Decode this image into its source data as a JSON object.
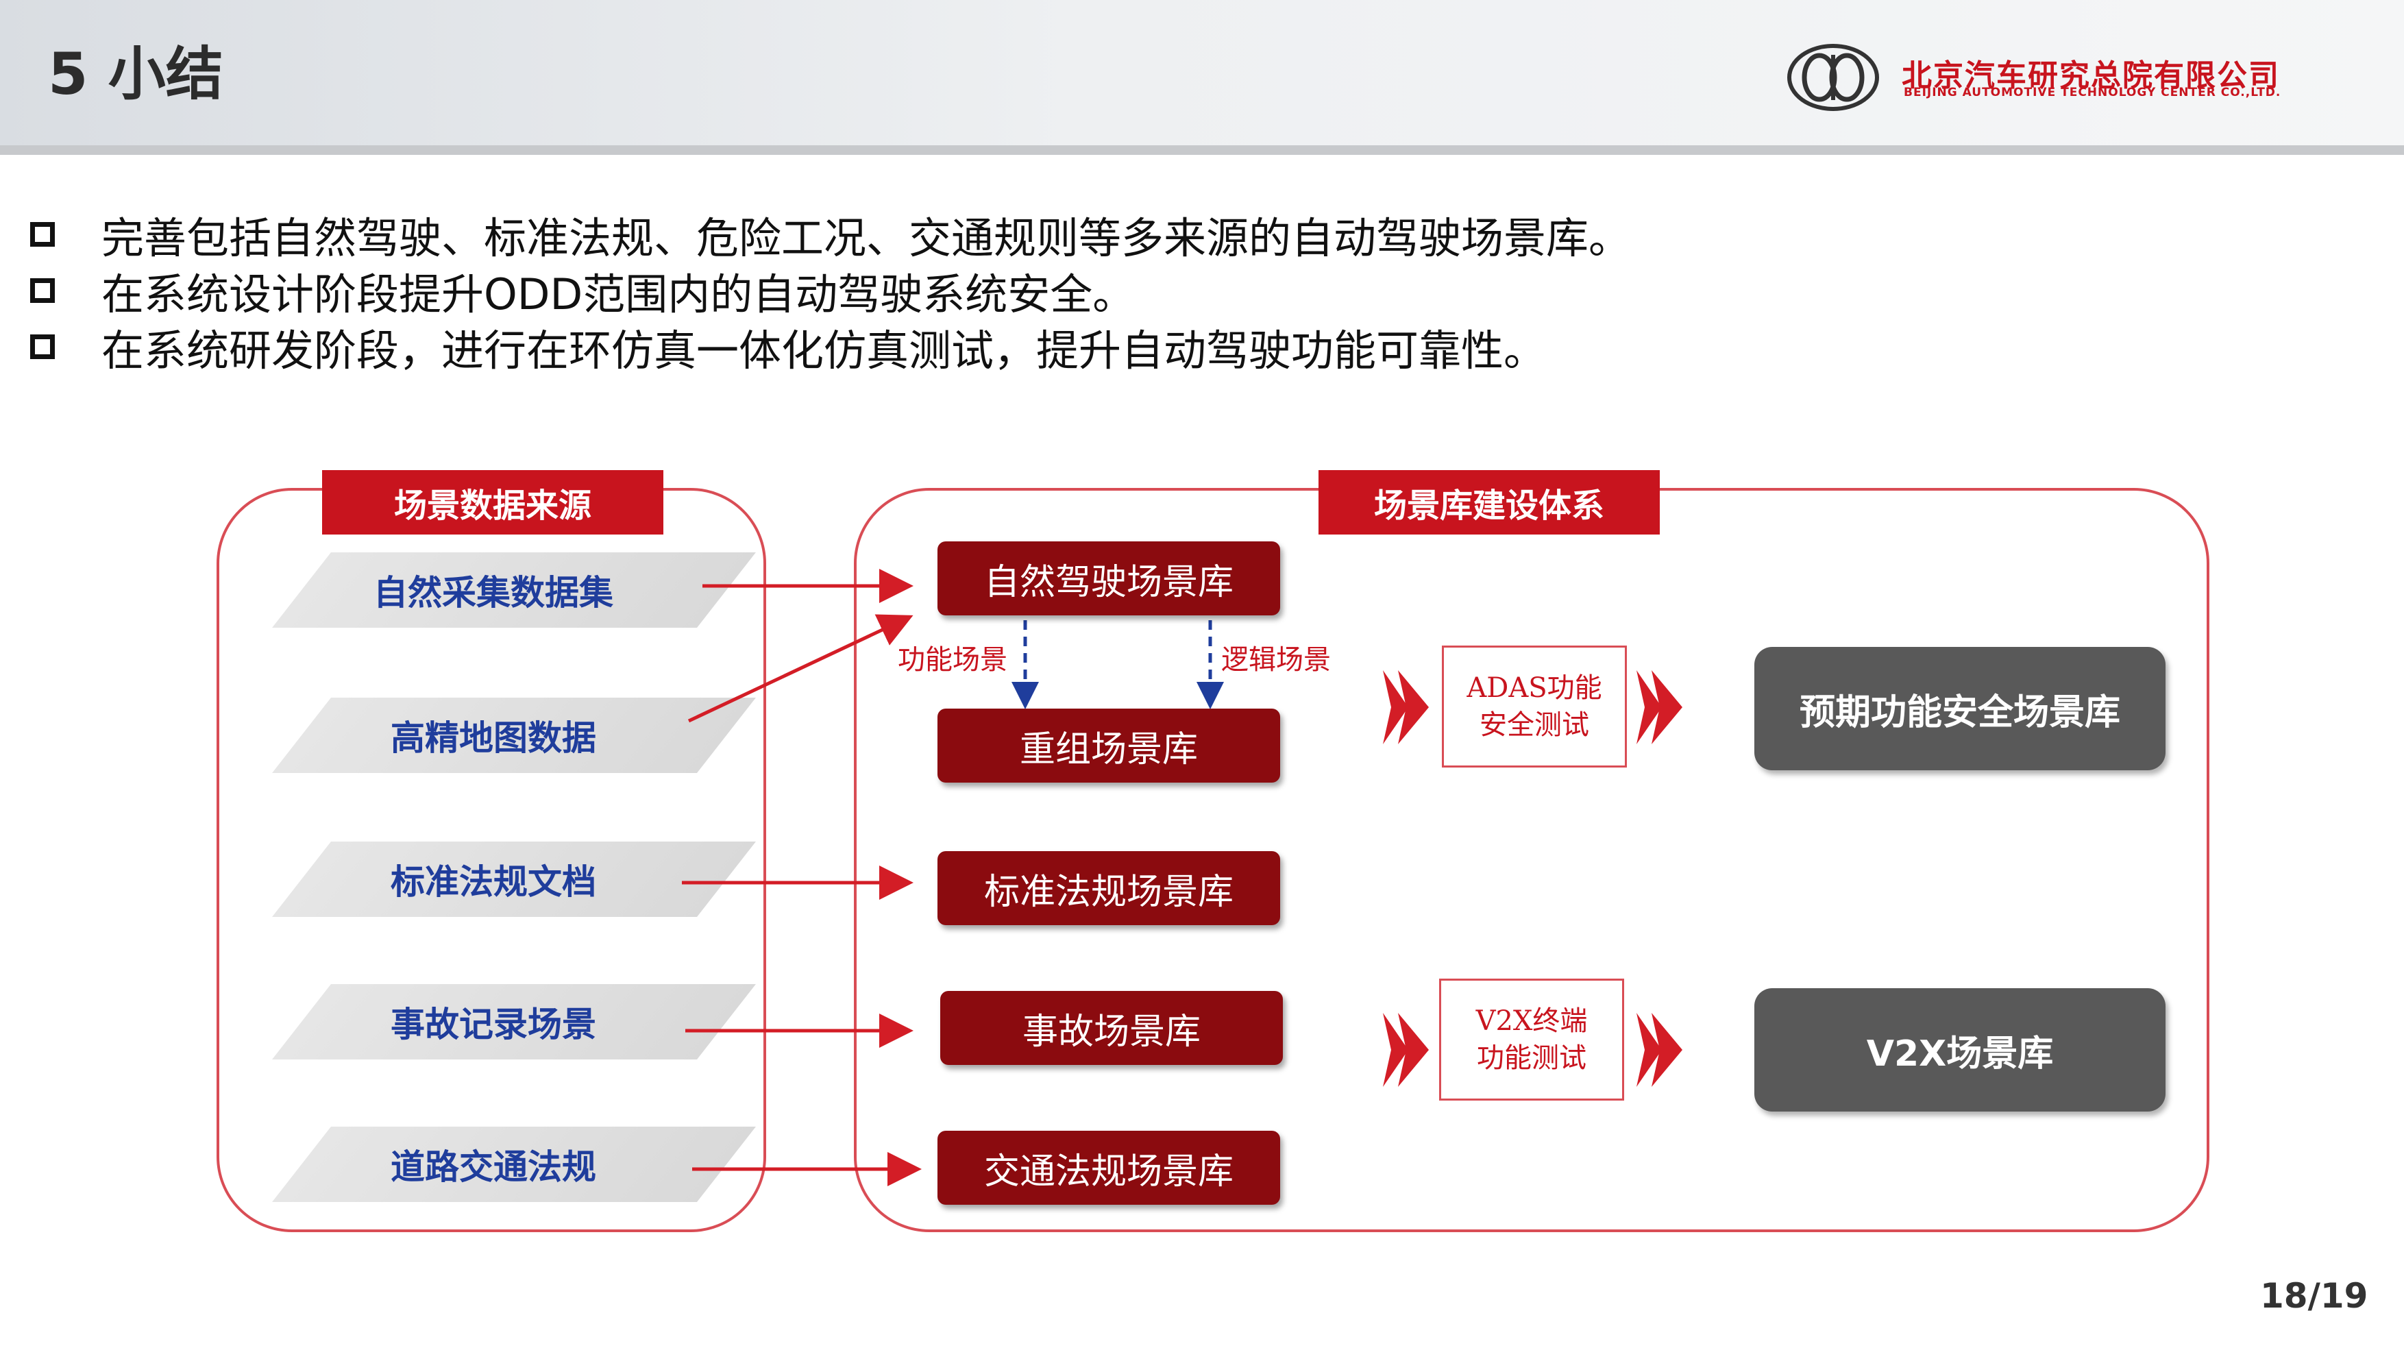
{
  "header": {
    "title": "5 小结",
    "company_cn": "北京汽车研究总院有限公司",
    "company_en": "BEIJING AUTOMOTIVE TECHNOLOGY CENTER CO.,LTD."
  },
  "bullets": [
    "完善包括自然驾驶、标准法规、危险工况、交通规则等多来源的自动驾驶场景库。",
    "在系统设计阶段提升ODD范围内的自动驾驶系统安全。",
    "在系统研发阶段，进行在环仿真一体化仿真测试，提升自动驾驶功能可靠性。"
  ],
  "diagram": {
    "sources_title": "场景数据来源",
    "library_title": "场景库建设体系",
    "sources": [
      "自然采集数据集",
      "高精地图数据",
      "标准法规文档",
      "事故记录场景",
      "道路交通法规"
    ],
    "libraries": {
      "natural": "自然驾驶场景库",
      "recombined": "重组场景库",
      "standards": "标准法规场景库",
      "accident": "事故场景库",
      "traffic": "交通法规场景库"
    },
    "functional_label": "功能场景",
    "logical_label": "逻辑场景",
    "tests": {
      "adas_line1": "ADAS功能",
      "adas_line2": "安全测试",
      "v2x_line1": "V2X终端",
      "v2x_line2": "功能测试"
    },
    "results": {
      "sotif": "预期功能安全场景库",
      "v2x": "V2X场景库"
    }
  },
  "page_number": "18/19",
  "colors": {
    "brand_red": "#c8141e",
    "library_dark_red": "#8b0b0f",
    "result_gray": "#595959",
    "source_text_blue": "#1f3d9c",
    "dashed_arrow_blue": "#1f3d9c"
  }
}
